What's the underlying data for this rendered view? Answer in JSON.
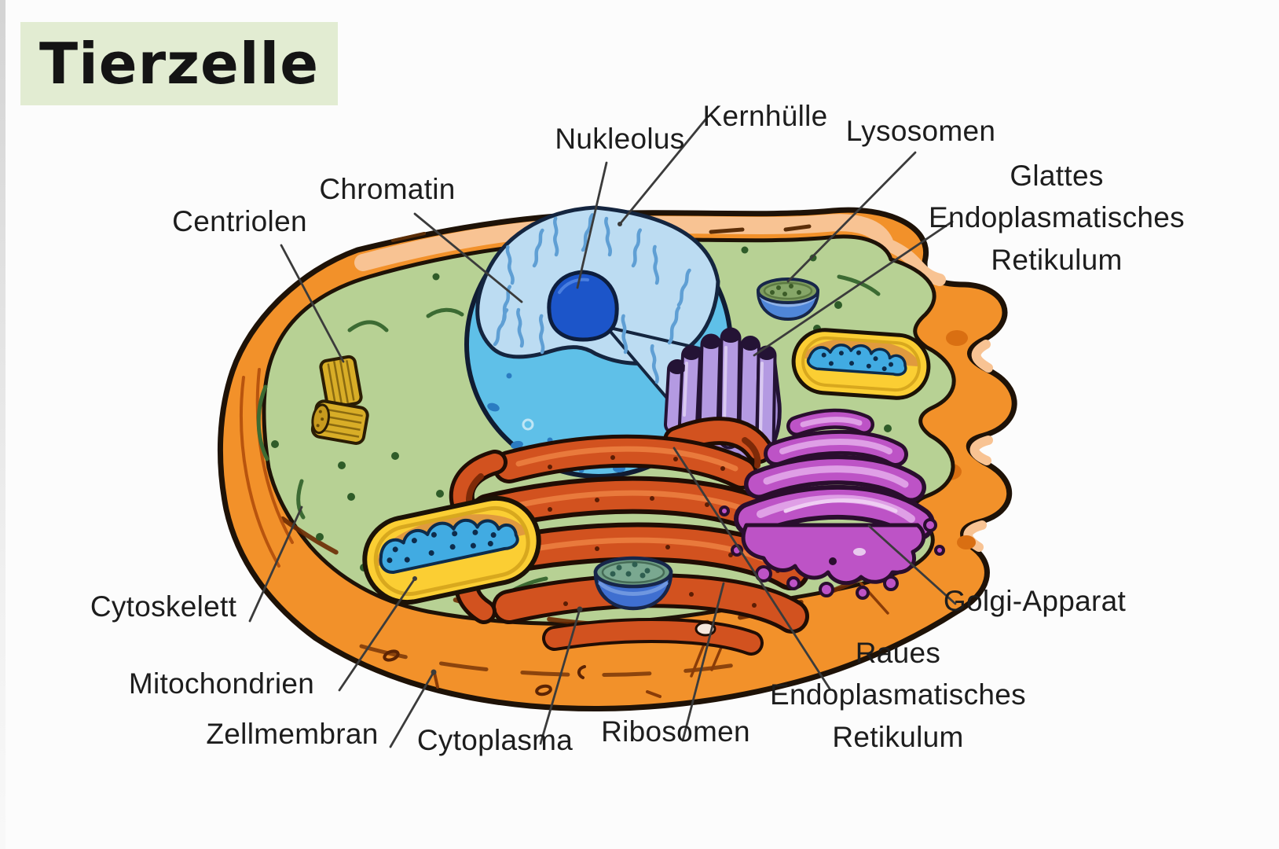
{
  "title": "Tierzelle",
  "labels": {
    "nukleolus": "Nukleolus",
    "kernhuelle": "Kernhülle",
    "lysosomen": "Lysosomen",
    "chromatin": "Chromatin",
    "centriolen": "Centriolen",
    "glattes_er": "Glattes Endoplasmatisches Retikulum",
    "cytoskelett": "Cytoskelett",
    "mitochondrien": "Mitochondrien",
    "zellmembran": "Zellmembran",
    "cytoplasma": "Cytoplasma",
    "ribosomen": "Ribosomen",
    "raues_er": "Raues Endoplasmatisches Retikulum",
    "golgi_apparat": "Golgi-Apparat"
  },
  "colors": {
    "title_bg": "#e2ecd2",
    "membrane_orange": "#f2912a",
    "membrane_inner_peach": "#f8c393",
    "cytoplasm_green": "#b7d194",
    "nucleus_envelope": "#5fc0e8",
    "nucleus_face": "#bcdcf2",
    "nucleolus_blue": "#1c55c9",
    "rough_er_red": "#d2521f",
    "smooth_er_purple": "#b49ae2",
    "golgi_magenta": "#bd53c6",
    "mitochondrion_yellow": "#fbce33",
    "cristae_blue": "#41abe2",
    "lysosome_blue": "#4f86d8",
    "lysosome_top_green": "#7e9c5f",
    "centriole_yellow": "#d8ad27",
    "ribosome_dot_green": "#2f5c29",
    "label_text": "#1d1d1d"
  }
}
